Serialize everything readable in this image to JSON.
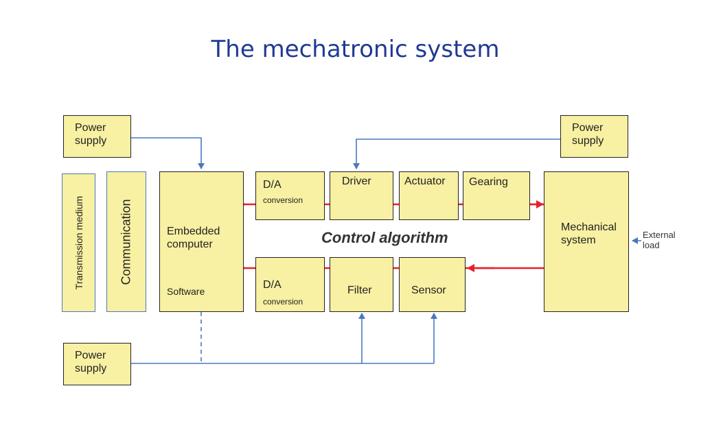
{
  "title": "The mechatronic system",
  "power_supply_top_left": "Power\nsupply",
  "power_supply_top_right": "Power\nsupply",
  "power_supply_bottom": "Power\nsupply",
  "transmission_medium": "Transmission medium",
  "communication": "Communication",
  "embedded_computer": "Embedded\ncomputer",
  "software": "Software",
  "da_top": {
    "title": "D/A",
    "sub": "conversion"
  },
  "driver": "Driver",
  "actuator": "Actuator",
  "gearing": "Gearing",
  "mechanical_system": "Mechanical\nsystem",
  "external_load": "External\nload",
  "da_bottom": {
    "title": "D/A",
    "sub": "conversion"
  },
  "filter": "Filter",
  "sensor": "Sensor",
  "control_algorithm": "Control algorithm",
  "colors": {
    "box_fill": "#f8f0a2",
    "signal_line": "#4a78c0",
    "control_loop": "#e8202a",
    "title": "#1f3a93"
  }
}
